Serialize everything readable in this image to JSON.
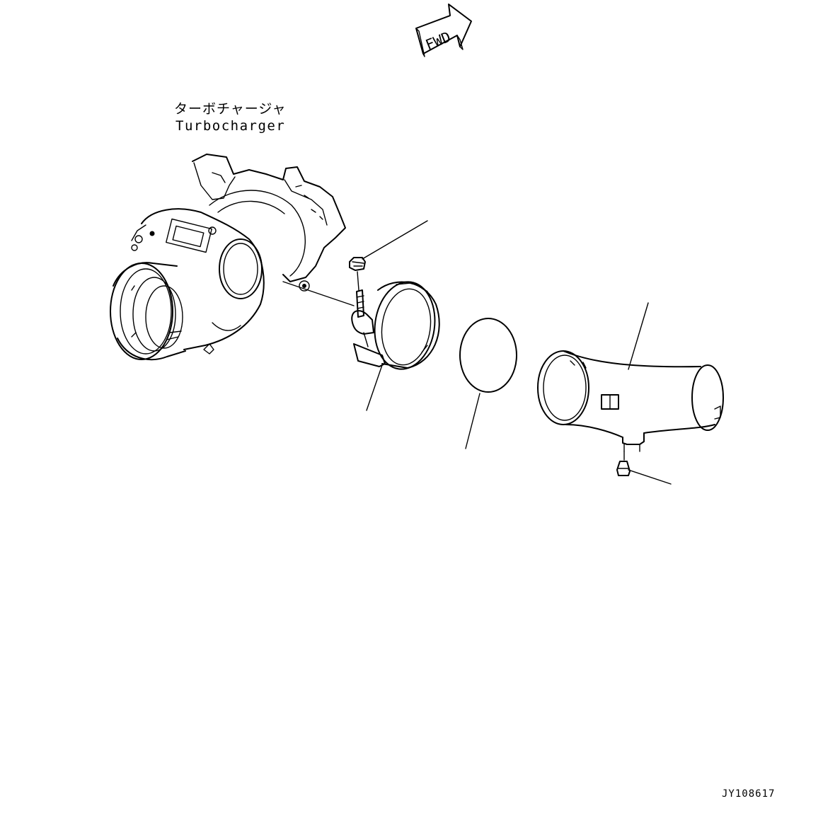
{
  "fwd_label": "FWD",
  "turbo_label_jp": "ターボチャージャ",
  "turbo_label_en": "Turbocharger",
  "drawing_id": "JY108617",
  "line_color": "#000000",
  "background_color": "#ffffff",
  "icons": [
    "fwd-arrow-icon"
  ]
}
